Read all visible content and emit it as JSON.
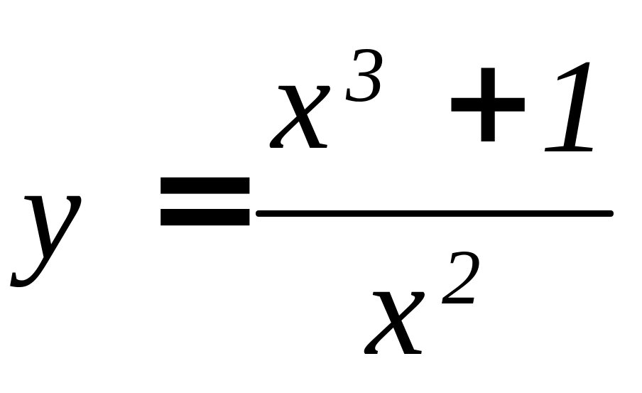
{
  "formula": {
    "lhs_variable": "y",
    "equals_sign": "=",
    "numerator": {
      "base": "x",
      "exponent": "3",
      "operator": "+",
      "constant": "1"
    },
    "denominator": {
      "base": "x",
      "exponent": "2"
    }
  },
  "colors": {
    "text": "#000000",
    "background": "#ffffff"
  }
}
